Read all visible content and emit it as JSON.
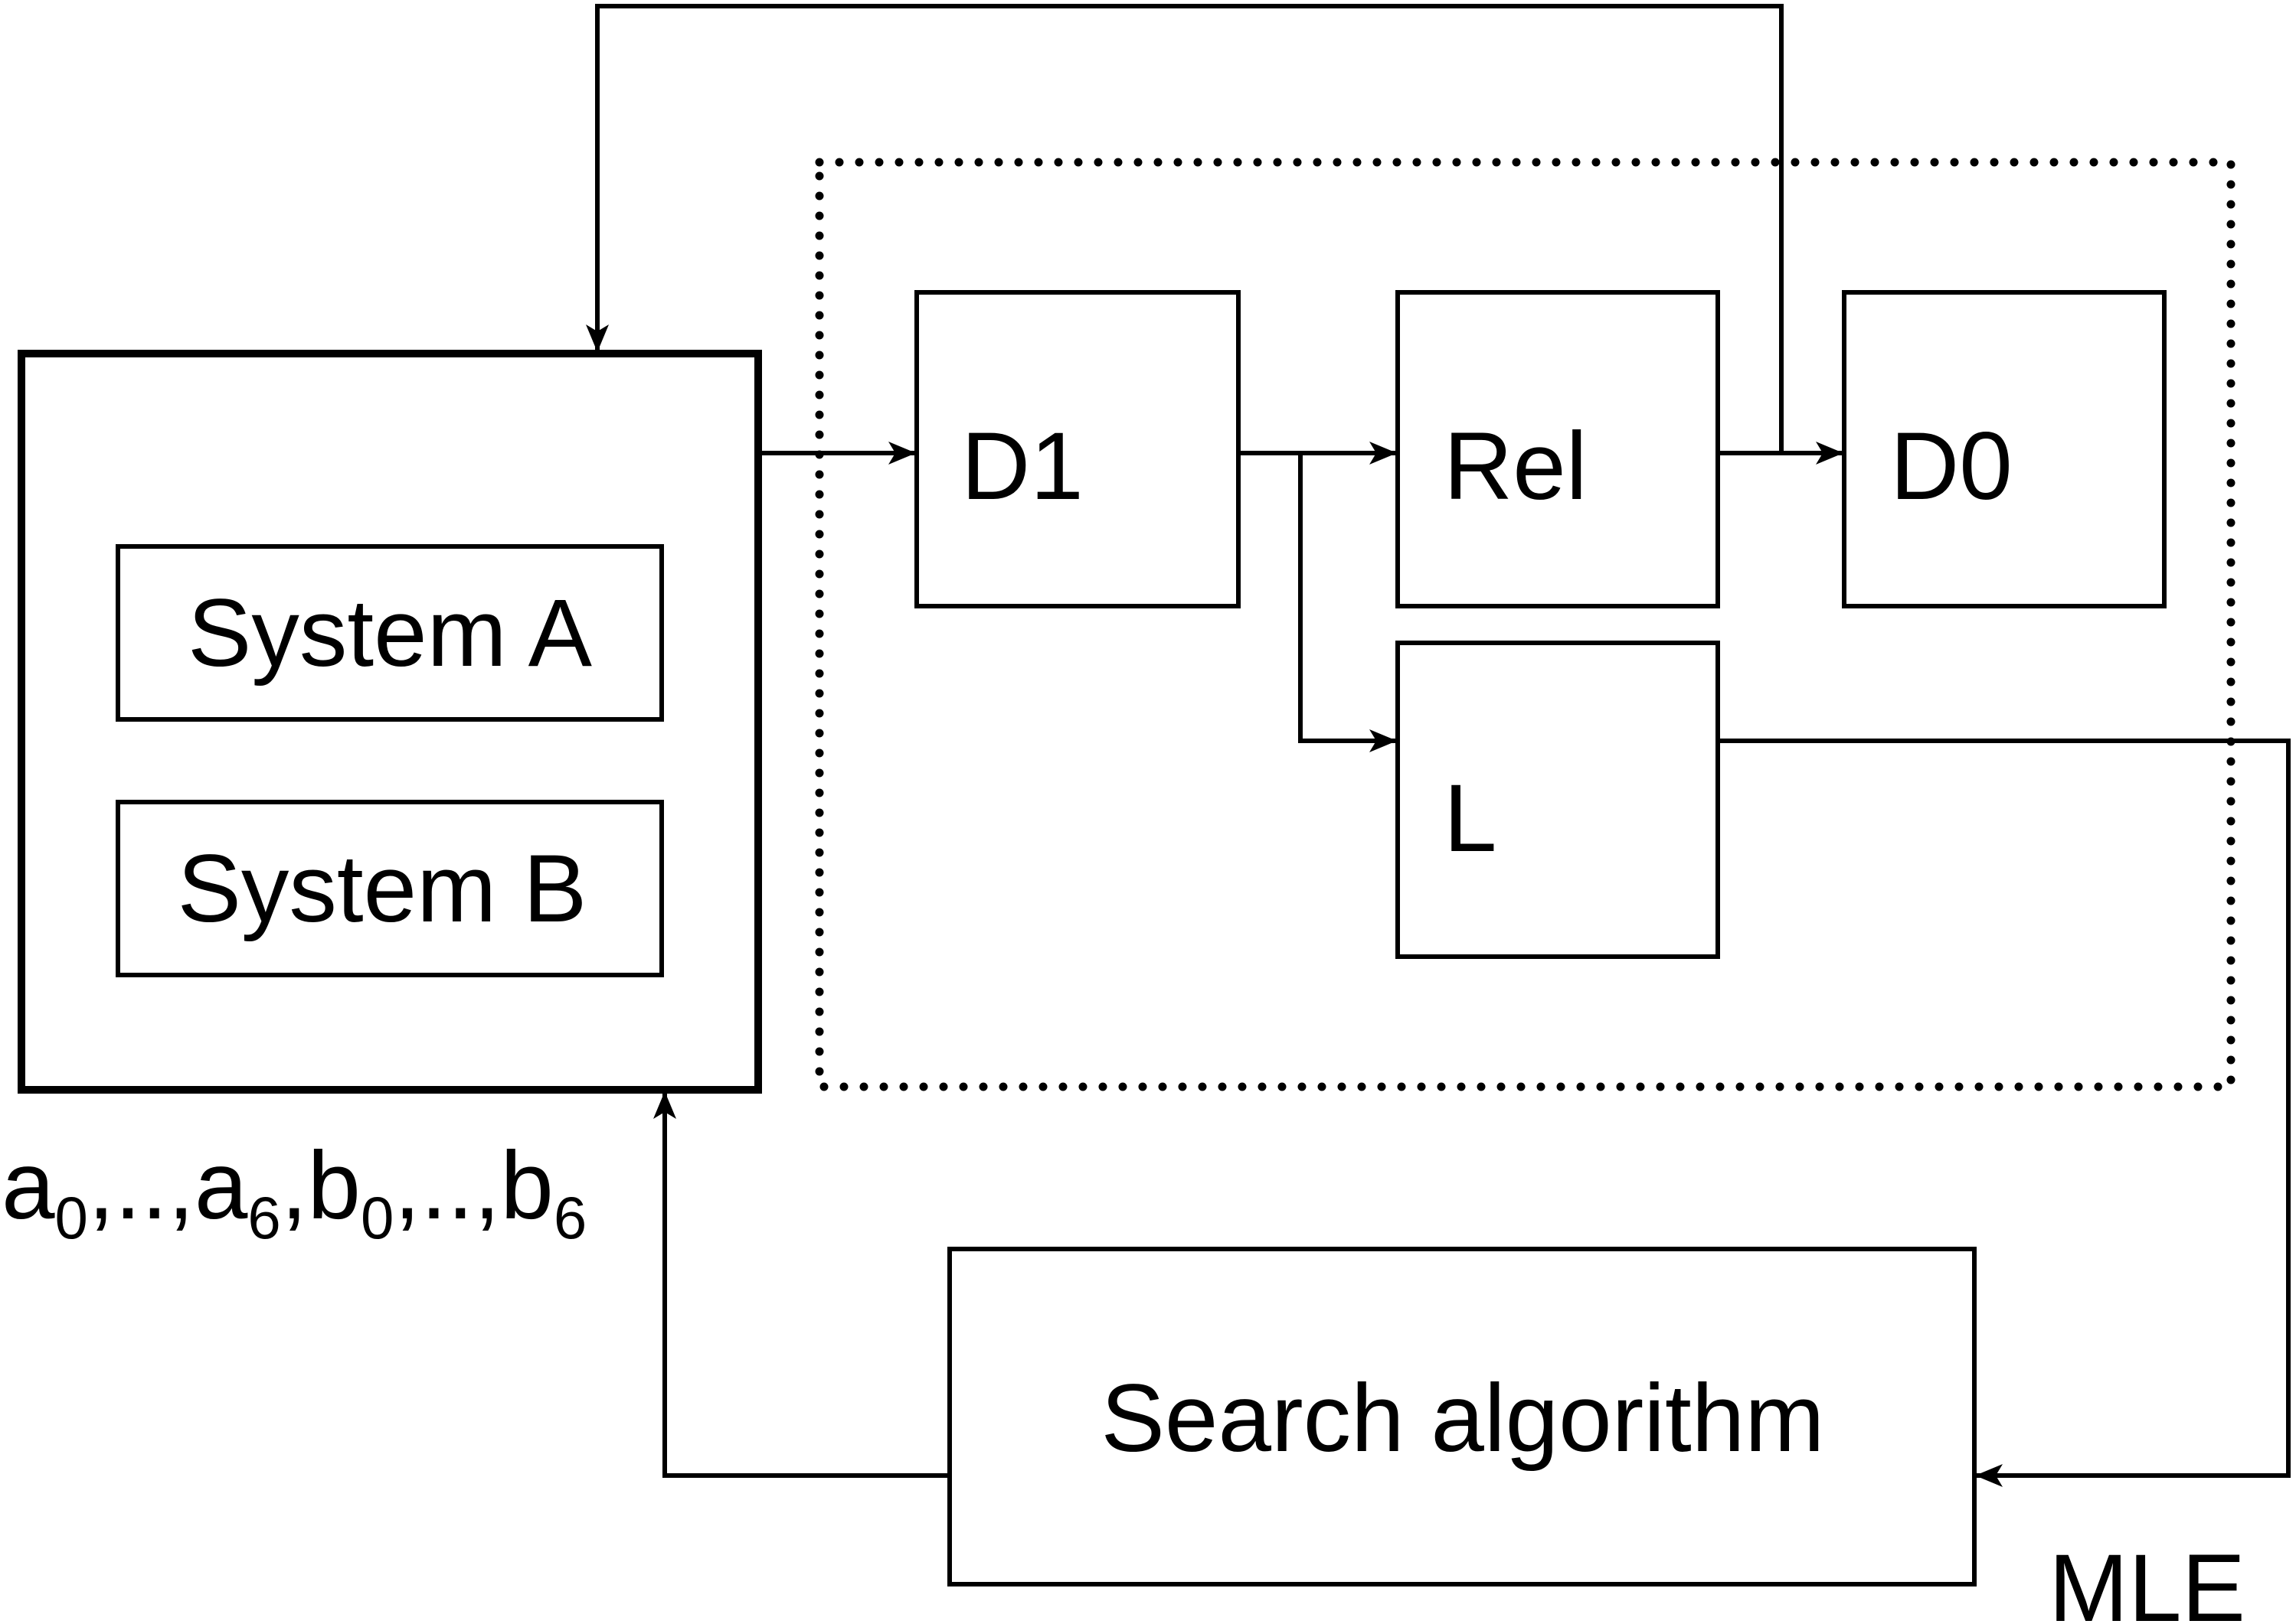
{
  "blocks": {
    "system_a": "System A",
    "system_b": "System B",
    "d1": "D1",
    "rel": "Rel",
    "d0": "D0",
    "l": "L",
    "search": "Search algorithm"
  },
  "labels": {
    "params": {
      "p1": "a",
      "p1_sub": "0",
      "sep1": ",..,",
      "p2": "a",
      "p2_sub": "6",
      "sep2": ",",
      "p3": "b",
      "p3_sub": "0",
      "sep3": ",..,",
      "p4": "b",
      "p4_sub": "6"
    },
    "mle": "MLE"
  },
  "colors": {
    "stroke": "#000000",
    "background": "#ffffff"
  },
  "icons": [
    "arrow-head-icon"
  ]
}
